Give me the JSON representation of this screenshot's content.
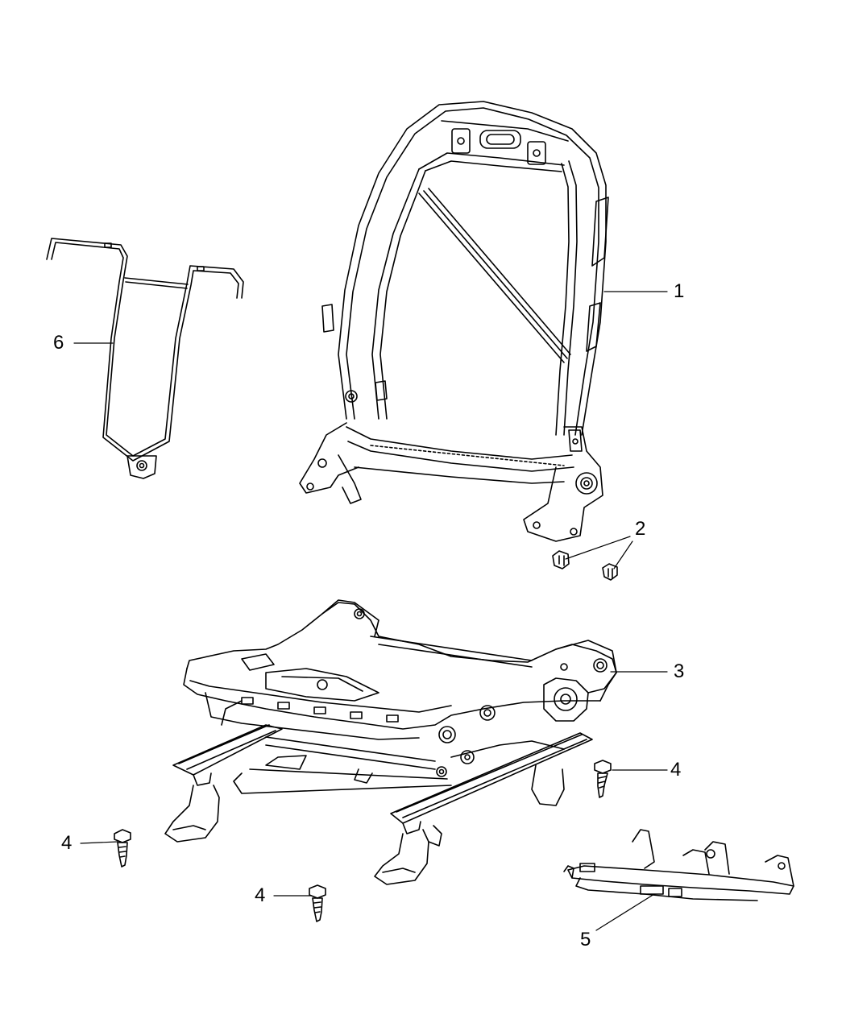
{
  "callouts": [
    {
      "id": "1",
      "label": "1"
    },
    {
      "id": "2",
      "label": "2"
    },
    {
      "id": "3",
      "label": "3"
    },
    {
      "id": "4a",
      "label": "4"
    },
    {
      "id": "4b",
      "label": "4"
    },
    {
      "id": "4c",
      "label": "4"
    },
    {
      "id": "5",
      "label": "5"
    },
    {
      "id": "6",
      "label": "6"
    }
  ],
  "colors": {
    "line": "#000000",
    "background": "#ffffff"
  }
}
